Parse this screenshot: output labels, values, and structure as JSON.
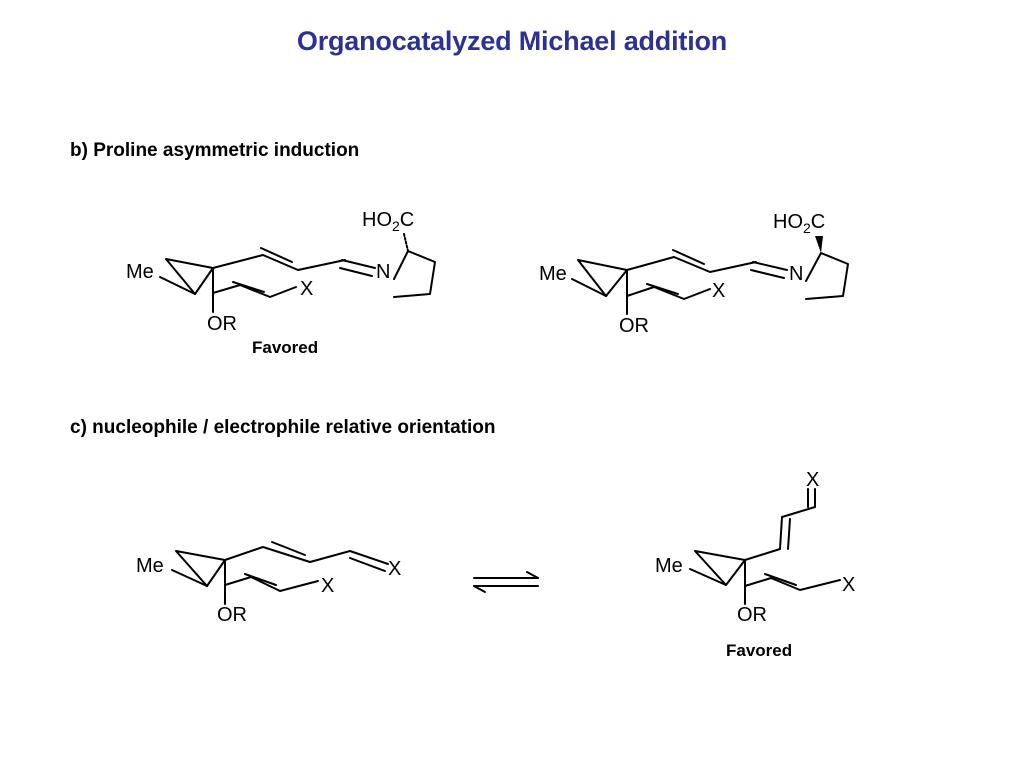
{
  "title": "Organocatalyzed Michael addition",
  "section_b": {
    "heading": "b) Proline asymmetric induction",
    "favored_caption": "Favored",
    "labels": {
      "me": "Me",
      "or": "OR",
      "x": "X",
      "n": "N",
      "ho": "HO",
      "sub2": "2",
      "c": "C"
    }
  },
  "section_c": {
    "heading": "c) nucleophile / electrophile relative orientation",
    "favored_caption": "Favored",
    "labels": {
      "me": "Me",
      "or": "OR",
      "x": "X"
    }
  }
}
